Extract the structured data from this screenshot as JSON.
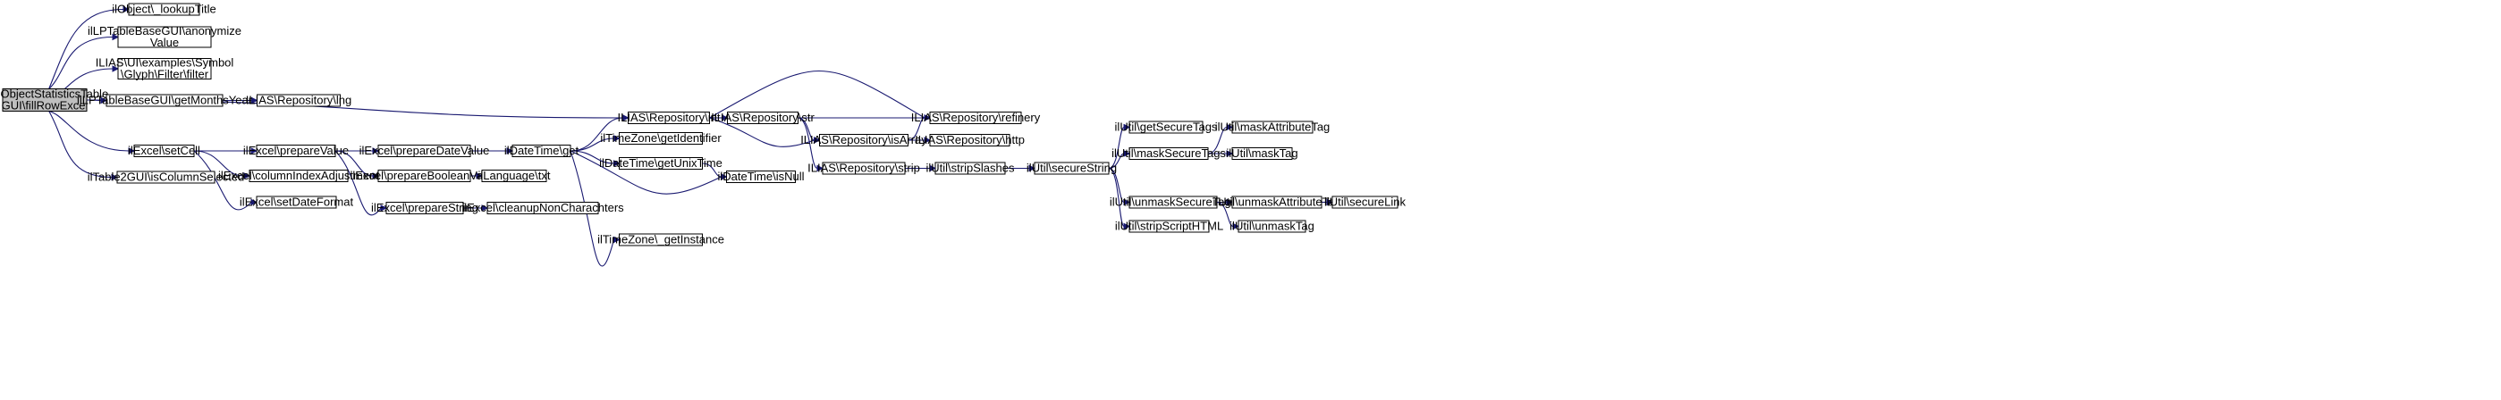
{
  "colors": {
    "edge": "#191970",
    "node_border": "#000000",
    "root_fill": "#bfbfbf",
    "node_fill": "#ffffff"
  },
  "nodes": [
    {
      "id": "root",
      "lines": [
        "ilLPObjectStatisticsTable",
        "GUI\\fillRowExcel"
      ]
    },
    {
      "id": "lookupTitle",
      "lines": [
        "ilObject\\_lookupTitle"
      ]
    },
    {
      "id": "anonymize",
      "lines": [
        "ilLPTableBaseGUI\\anonymize",
        "Value"
      ]
    },
    {
      "id": "symbol",
      "lines": [
        "ILIAS\\UI\\examples\\Symbol",
        "\\Glyph\\Filter\\filter"
      ]
    },
    {
      "id": "getMonthsYear",
      "lines": [
        "ilLPTableBaseGUI\\getMonthsYear"
      ]
    },
    {
      "id": "lng",
      "lines": [
        "ILIAS\\Repository\\lng"
      ]
    },
    {
      "id": "int",
      "lines": [
        "ILIAS\\Repository\\int"
      ]
    },
    {
      "id": "str",
      "lines": [
        "ILIAS\\Repository\\str"
      ]
    },
    {
      "id": "refinery",
      "lines": [
        "ILIAS\\Repository\\refinery"
      ]
    },
    {
      "id": "isArray",
      "lines": [
        "ILIAS\\Repository\\isArray"
      ]
    },
    {
      "id": "http",
      "lines": [
        "ILIAS\\Repository\\http"
      ]
    },
    {
      "id": "strip",
      "lines": [
        "ILIAS\\Repository\\strip"
      ]
    },
    {
      "id": "stripSlashes",
      "lines": [
        "ilUtil\\stripSlashes"
      ]
    },
    {
      "id": "secureString",
      "lines": [
        "ilUtil\\secureString"
      ]
    },
    {
      "id": "getSecureTags",
      "lines": [
        "ilUtil\\getSecureTags"
      ]
    },
    {
      "id": "maskSecureTags",
      "lines": [
        "ilUtil\\maskSecureTags"
      ]
    },
    {
      "id": "maskAttributeTag",
      "lines": [
        "ilUtil\\maskAttributeTag"
      ]
    },
    {
      "id": "maskTag",
      "lines": [
        "ilUtil\\maskTag"
      ]
    },
    {
      "id": "unmaskSecureTags",
      "lines": [
        "ilUtil\\unmaskSecureTags"
      ]
    },
    {
      "id": "unmaskAttributeTag",
      "lines": [
        "ilUtil\\unmaskAttributeTag"
      ]
    },
    {
      "id": "secureLink",
      "lines": [
        "ilUtil\\secureLink"
      ]
    },
    {
      "id": "unmaskTag",
      "lines": [
        "ilUtil\\unmaskTag"
      ]
    },
    {
      "id": "stripScriptHTML",
      "lines": [
        "ilUtil\\stripScriptHTML"
      ]
    },
    {
      "id": "setCell",
      "lines": [
        "ilExcel\\setCell"
      ]
    },
    {
      "id": "prepareValue",
      "lines": [
        "ilExcel\\prepareValue"
      ]
    },
    {
      "id": "prepareDateValue",
      "lines": [
        "ilExcel\\prepareDateValue"
      ]
    },
    {
      "id": "get",
      "lines": [
        "ilDateTime\\get"
      ]
    },
    {
      "id": "getIdentifier",
      "lines": [
        "ilTimeZone\\getIdentifier"
      ]
    },
    {
      "id": "getUnixTime",
      "lines": [
        "ilDateTime\\getUnixTime"
      ]
    },
    {
      "id": "isNull",
      "lines": [
        "ilDateTime\\isNull"
      ]
    },
    {
      "id": "getInstance",
      "lines": [
        "ilTimeZone\\_getInstance"
      ]
    },
    {
      "id": "columnIndex",
      "lines": [
        "ilExcel\\columnIndexAdjustment"
      ]
    },
    {
      "id": "prepareBoolean",
      "lines": [
        "ilExcel\\prepareBooleanValue"
      ]
    },
    {
      "id": "txt",
      "lines": [
        "ilLanguage\\txt"
      ]
    },
    {
      "id": "setDateFormat",
      "lines": [
        "ilExcel\\setDateFormat"
      ]
    },
    {
      "id": "prepareString",
      "lines": [
        "ilExcel\\prepareString"
      ]
    },
    {
      "id": "cleanup",
      "lines": [
        "ilExcel\\cleanupNonCharachters"
      ]
    },
    {
      "id": "isColumnSelected",
      "lines": [
        "ilTable2GUI\\isColumnSelected"
      ]
    }
  ],
  "edges": [
    [
      "root",
      "lookupTitle"
    ],
    [
      "root",
      "anonymize"
    ],
    [
      "root",
      "symbol"
    ],
    [
      "root",
      "getMonthsYear"
    ],
    [
      "root",
      "int"
    ],
    [
      "root",
      "setCell"
    ],
    [
      "root",
      "isColumnSelected"
    ],
    [
      "getMonthsYear",
      "lng"
    ],
    [
      "int",
      "str"
    ],
    [
      "int",
      "refinery"
    ],
    [
      "int",
      "isArray"
    ],
    [
      "str",
      "refinery"
    ],
    [
      "str",
      "isArray"
    ],
    [
      "str",
      "strip"
    ],
    [
      "isArray",
      "refinery"
    ],
    [
      "isArray",
      "http"
    ],
    [
      "strip",
      "stripSlashes"
    ],
    [
      "stripSlashes",
      "secureString"
    ],
    [
      "secureString",
      "getSecureTags"
    ],
    [
      "secureString",
      "maskSecureTags"
    ],
    [
      "secureString",
      "unmaskSecureTags"
    ],
    [
      "secureString",
      "stripScriptHTML"
    ],
    [
      "maskSecureTags",
      "maskAttributeTag"
    ],
    [
      "maskSecureTags",
      "maskTag"
    ],
    [
      "unmaskSecureTags",
      "unmaskAttributeTag"
    ],
    [
      "unmaskSecureTags",
      "unmaskTag"
    ],
    [
      "unmaskAttributeTag",
      "secureLink"
    ],
    [
      "setCell",
      "prepareValue"
    ],
    [
      "setCell",
      "columnIndex"
    ],
    [
      "setCell",
      "setDateFormat"
    ],
    [
      "prepareValue",
      "prepareDateValue"
    ],
    [
      "prepareValue",
      "prepareBoolean"
    ],
    [
      "prepareValue",
      "prepareString"
    ],
    [
      "prepareDateValue",
      "get"
    ],
    [
      "get",
      "int"
    ],
    [
      "get",
      "getIdentifier"
    ],
    [
      "get",
      "getUnixTime"
    ],
    [
      "get",
      "isNull"
    ],
    [
      "get",
      "getInstance"
    ],
    [
      "getUnixTime",
      "isNull"
    ],
    [
      "prepareBoolean",
      "txt"
    ],
    [
      "prepareString",
      "cleanup"
    ]
  ]
}
